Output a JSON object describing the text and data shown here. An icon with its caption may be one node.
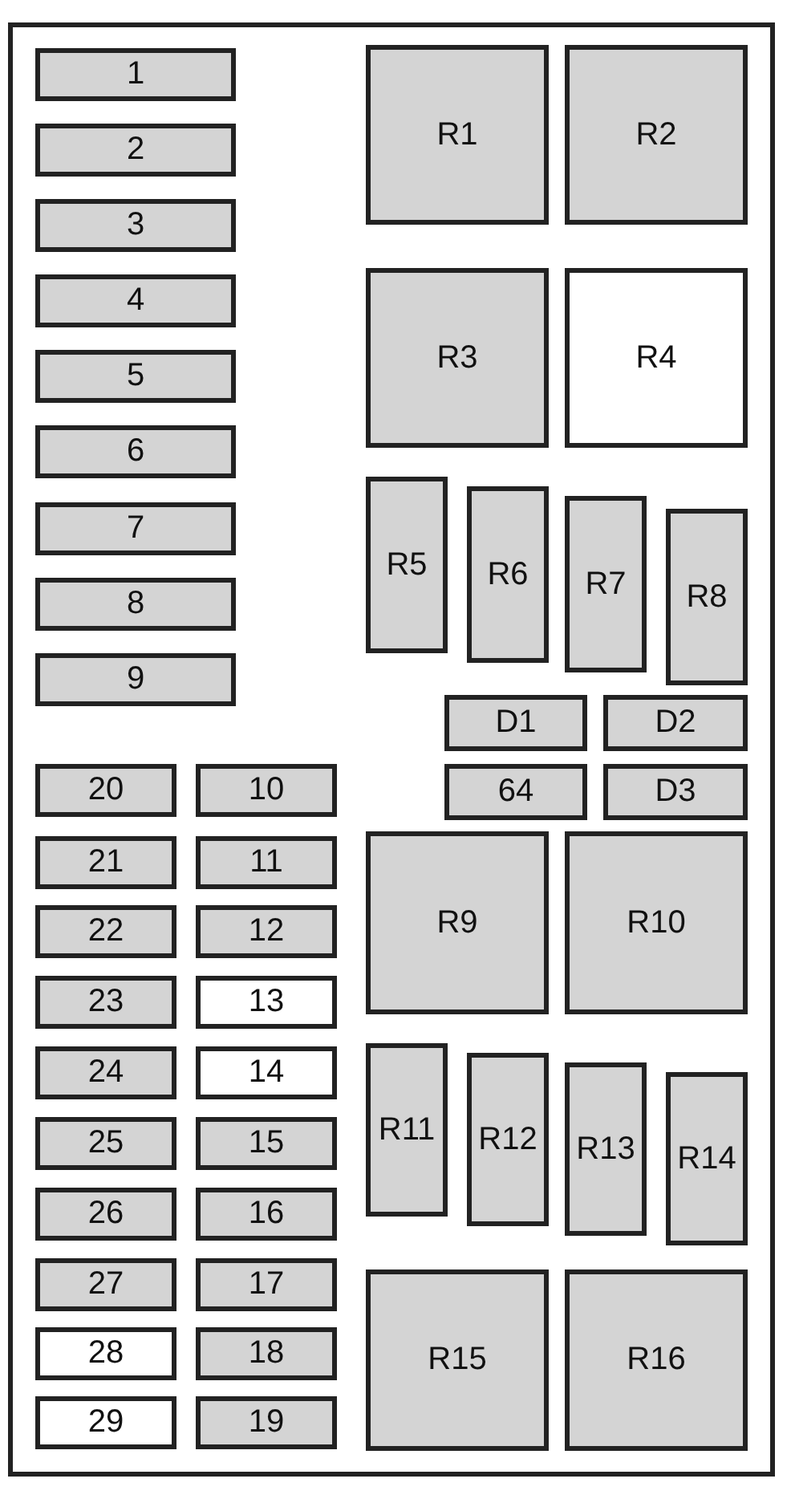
{
  "diagram": {
    "nodes": [
      {
        "text": [
          "1"
        ]
      },
      {
        "text": [
          "2"
        ]
      },
      {
        "text": [
          "3"
        ]
      },
      {
        "text": [
          "4"
        ]
      },
      {
        "text": [
          "5"
        ]
      },
      {
        "text": [
          "6"
        ]
      },
      {
        "text": [
          "7"
        ]
      },
      {
        "text": [
          "8"
        ]
      },
      {
        "text": [
          "9"
        ]
      },
      {
        "text": [
          "R1"
        ]
      },
      {
        "text": [
          "R2"
        ]
      },
      {
        "text": [
          "R3"
        ]
      },
      {
        "text": [
          "R4"
        ]
      },
      {
        "text": [
          "R5"
        ]
      },
      {
        "text": [
          "R6"
        ]
      },
      {
        "text": [
          "R7"
        ]
      },
      {
        "text": [
          "R8"
        ]
      },
      {
        "text": [
          "D1"
        ]
      },
      {
        "text": [
          "D2"
        ]
      },
      {
        "text": [
          "20"
        ]
      },
      {
        "text": [
          "10"
        ]
      },
      {
        "text": [
          "64"
        ]
      },
      {
        "text": [
          "D3"
        ]
      },
      {
        "text": [
          "21"
        ]
      },
      {
        "text": [
          "11"
        ]
      },
      {
        "text": [
          "R9"
        ]
      },
      {
        "text": [
          "R10"
        ]
      },
      {
        "text": [
          "22"
        ]
      },
      {
        "text": [
          "12"
        ]
      },
      {
        "text": [
          "23"
        ]
      },
      {
        "text": [
          "13"
        ]
      },
      {
        "text": [
          "24"
        ]
      },
      {
        "text": [
          "14"
        ]
      },
      {
        "text": [
          "R11"
        ]
      },
      {
        "text": [
          "R12"
        ]
      },
      {
        "text": [
          "R13"
        ]
      },
      {
        "text": [
          "R14"
        ]
      },
      {
        "text": [
          "25"
        ]
      },
      {
        "text": [
          "15"
        ]
      },
      {
        "text": [
          "26"
        ]
      },
      {
        "text": [
          "16"
        ]
      },
      {
        "text": [
          "27"
        ]
      },
      {
        "text": [
          "17"
        ]
      },
      {
        "text": [
          "R15"
        ]
      },
      {
        "text": [
          "R16"
        ]
      },
      {
        "text": [
          "28"
        ]
      },
      {
        "text": [
          "18"
        ]
      },
      {
        "text": [
          "29"
        ]
      },
      {
        "text": [
          "19"
        ]
      }
    ]
  }
}
